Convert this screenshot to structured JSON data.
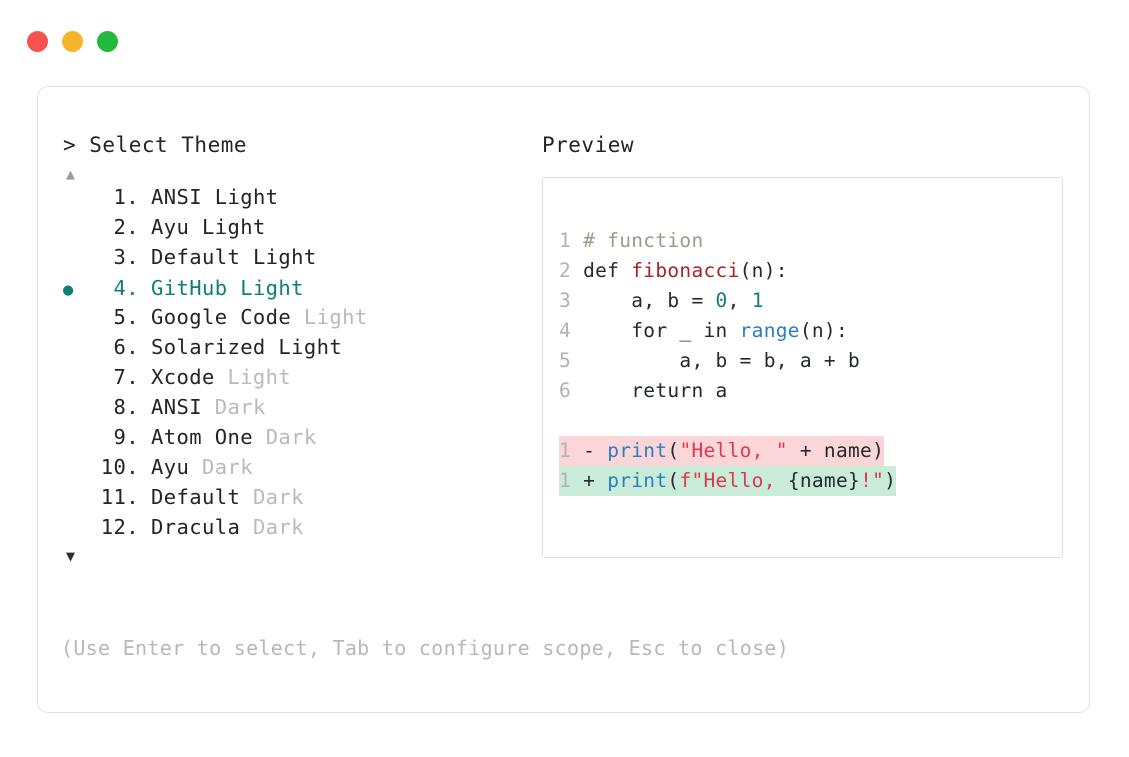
{
  "window": {
    "dots": [
      {
        "name": "close",
        "color": "#f4534e"
      },
      {
        "name": "minimize",
        "color": "#f5b429"
      },
      {
        "name": "maximize",
        "color": "#22b93c"
      }
    ]
  },
  "accent_color": "#0e8074",
  "prompt": {
    "title": "> Select Theme",
    "preview_label": "Preview"
  },
  "scroll": {
    "up_arrow": "▲",
    "down_arrow": "▼"
  },
  "list": {
    "selected_index": 4,
    "bullet": "●",
    "items": [
      {
        "index": "1.",
        "name": "ANSI",
        "variant": "Light",
        "variant_dim": false,
        "selected": false
      },
      {
        "index": "2.",
        "name": "Ayu",
        "variant": "Light",
        "variant_dim": false,
        "selected": false
      },
      {
        "index": "3.",
        "name": "Default",
        "variant": "Light",
        "variant_dim": false,
        "selected": false
      },
      {
        "index": "4.",
        "name": "GitHub",
        "variant": "Light",
        "variant_dim": false,
        "selected": true
      },
      {
        "index": "5.",
        "name": "Google Code",
        "variant": "Light",
        "variant_dim": true,
        "selected": false
      },
      {
        "index": "6.",
        "name": "Solarized",
        "variant": "Light",
        "variant_dim": false,
        "selected": false
      },
      {
        "index": "7.",
        "name": "Xcode",
        "variant": "Light",
        "variant_dim": true,
        "selected": false
      },
      {
        "index": "8.",
        "name": "ANSI",
        "variant": "Dark",
        "variant_dim": true,
        "selected": false
      },
      {
        "index": "9.",
        "name": "Atom One",
        "variant": "Dark",
        "variant_dim": true,
        "selected": false
      },
      {
        "index": "10.",
        "name": "Ayu",
        "variant": "Dark",
        "variant_dim": true,
        "selected": false
      },
      {
        "index": "11.",
        "name": "Default",
        "variant": "Dark",
        "variant_dim": true,
        "selected": false
      },
      {
        "index": "12.",
        "name": "Dracula",
        "variant": "Dark",
        "variant_dim": true,
        "selected": false
      }
    ]
  },
  "preview": {
    "code_lines": [
      {
        "gutter": "1",
        "tokens": [
          {
            "t": "# function",
            "c": "tk-comment"
          }
        ]
      },
      {
        "gutter": "2",
        "tokens": [
          {
            "t": "def ",
            "c": "tk-plain"
          },
          {
            "t": "fibonacci",
            "c": "tk-fn"
          },
          {
            "t": "(n):",
            "c": "tk-punc"
          }
        ]
      },
      {
        "gutter": "3",
        "tokens": [
          {
            "t": "    a, b = ",
            "c": "tk-plain"
          },
          {
            "t": "0",
            "c": "tk-num"
          },
          {
            "t": ", ",
            "c": "tk-plain"
          },
          {
            "t": "1",
            "c": "tk-num"
          }
        ]
      },
      {
        "gutter": "4",
        "tokens": [
          {
            "t": "    for _ in ",
            "c": "tk-plain"
          },
          {
            "t": "range",
            "c": "tk-builtin"
          },
          {
            "t": "(n):",
            "c": "tk-punc"
          }
        ]
      },
      {
        "gutter": "5",
        "tokens": [
          {
            "t": "        a, b = b, a + b",
            "c": "tk-plain"
          }
        ]
      },
      {
        "gutter": "6",
        "tokens": [
          {
            "t": "    return a",
            "c": "tk-plain"
          }
        ]
      }
    ],
    "diff_lines": [
      {
        "gutter": "1",
        "sign": "-",
        "kind": "diff-del",
        "tokens": [
          {
            "t": "print",
            "c": "tk-builtin"
          },
          {
            "t": "(",
            "c": "tk-punc"
          },
          {
            "t": "\"Hello, \"",
            "c": "tk-str"
          },
          {
            "t": " + name",
            "c": "tk-plain"
          },
          {
            "t": ")",
            "c": "tk-punc"
          }
        ]
      },
      {
        "gutter": "1",
        "sign": "+",
        "kind": "diff-add",
        "tokens": [
          {
            "t": "print",
            "c": "tk-builtin"
          },
          {
            "t": "(",
            "c": "tk-punc"
          },
          {
            "t": "f\"Hello, ",
            "c": "tk-str"
          },
          {
            "t": "{name}",
            "c": "tk-plain"
          },
          {
            "t": "!\"",
            "c": "tk-str"
          },
          {
            "t": ")",
            "c": "tk-punc"
          }
        ]
      }
    ]
  },
  "hint": "(Use Enter to select, Tab to configure scope, Esc to close)"
}
